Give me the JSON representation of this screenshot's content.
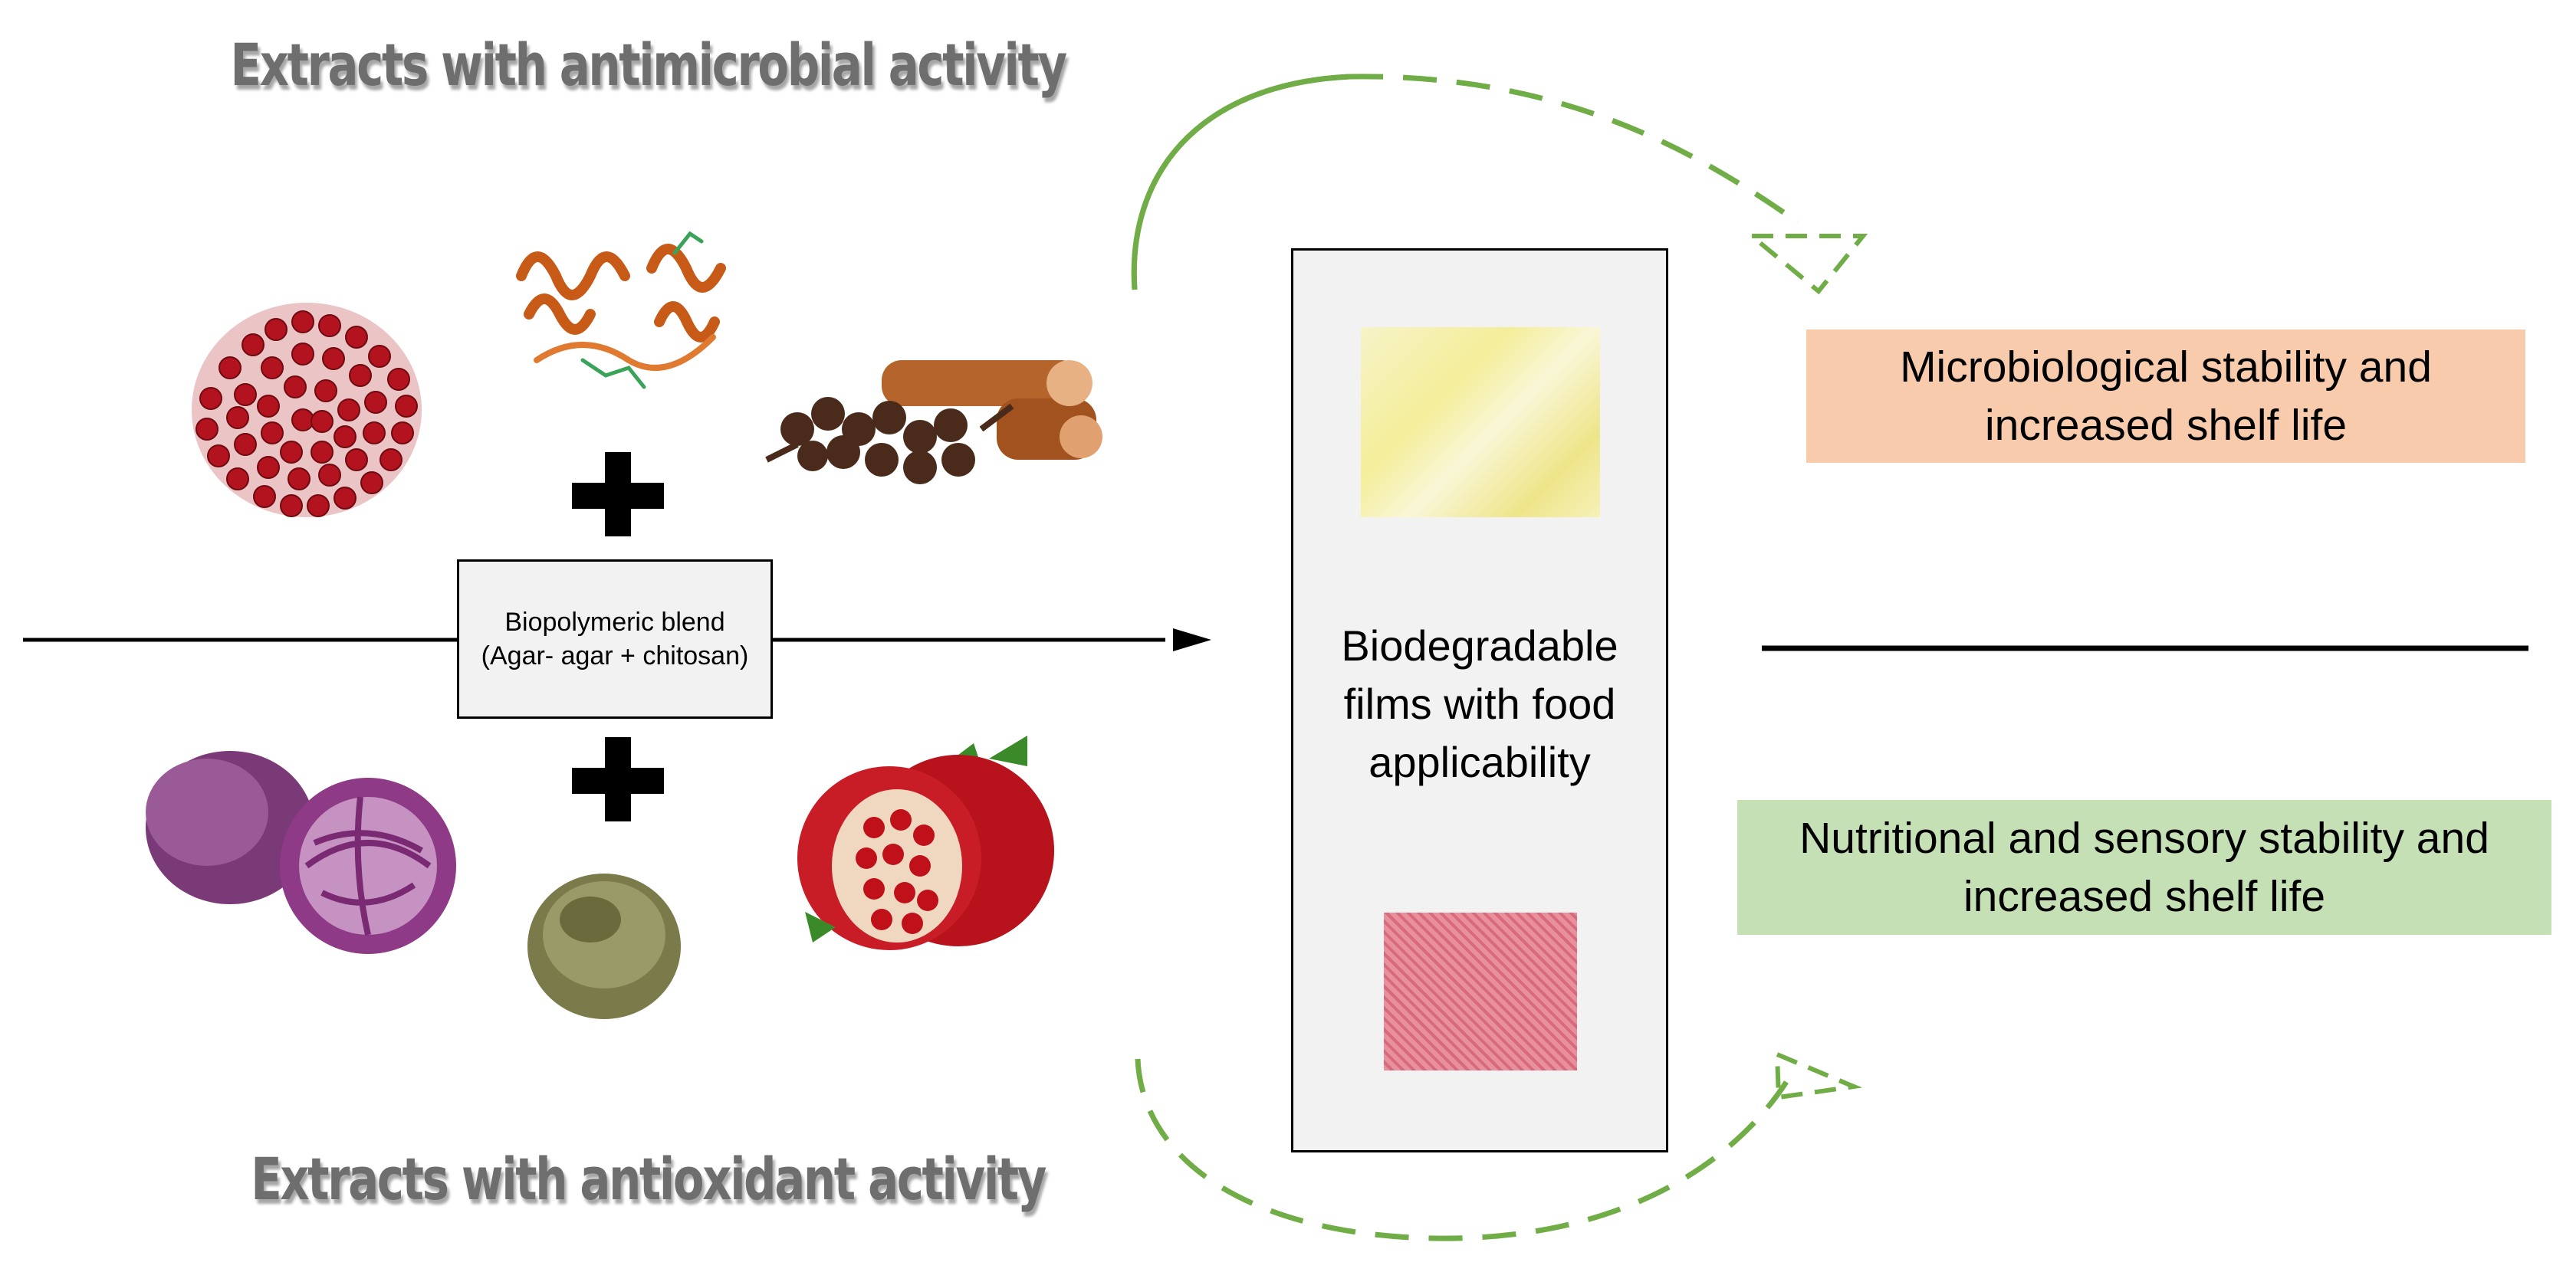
{
  "headings": {
    "antimicrobial": "Extracts with antimicrobial activity",
    "antioxidant": "Extracts with antioxidant activity"
  },
  "blend": {
    "line1": "Biopolymeric blend",
    "line2": "(Agar- agar + chitosan)"
  },
  "center": {
    "line1": "Biodegradable",
    "line2": "films with food",
    "line3": "applicability"
  },
  "outcomes": {
    "microbiological_line1": "Microbiological stability and",
    "microbiological_line2": "increased shelf life",
    "nutritional_line1": "Nutritional and sensory stability and",
    "nutritional_line2": "increased shelf life"
  },
  "colors": {
    "arrow_green": "#70ad47",
    "microbiological_fill": "#f8cbad",
    "nutritional_fill": "#c5e0b4",
    "blend_fill": "#f2f2f2"
  },
  "icons": {
    "top_left": "pink-peppercorns-image",
    "top_center": "protein-structure-image",
    "top_right": "cinnamon-cloves-image",
    "bottom_left": "red-cabbage-image",
    "bottom_center": "dried-herb-image",
    "bottom_right": "pomegranate-image",
    "film_top": "yellow-film-sample",
    "film_bottom": "pink-film-sample"
  }
}
